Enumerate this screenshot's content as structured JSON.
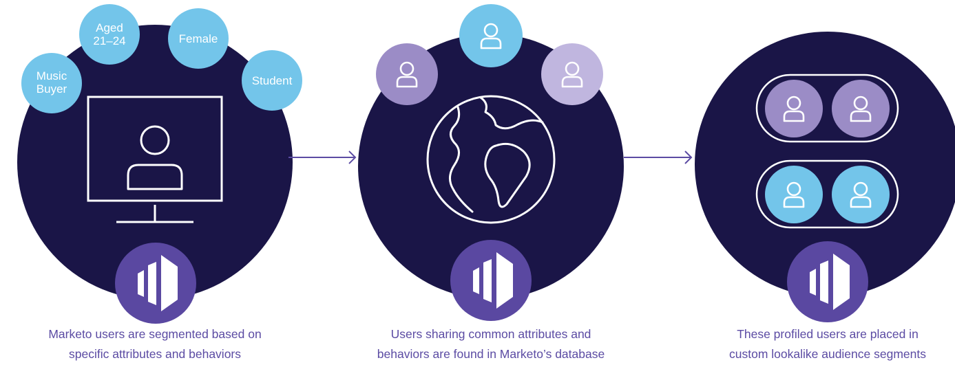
{
  "colors": {
    "navy": "#1a1547",
    "purple": "#5a48a1",
    "sky": "#73c5ea",
    "lavender": "#9b8cc6",
    "lilac": "#c0b6df",
    "caption": "#5b4ba3",
    "arrow": "#5b4ba3"
  },
  "steps": [
    {
      "icon": "monitor-user-icon",
      "logo": "marketo-logo-icon",
      "tags": [
        {
          "lines": [
            "Music",
            "Buyer"
          ]
        },
        {
          "lines": [
            "Aged",
            "21–24"
          ]
        },
        {
          "lines": [
            "Female"
          ]
        },
        {
          "lines": [
            "Student"
          ]
        }
      ],
      "caption": [
        "Marketo users are segmented based on",
        "specific attributes and behaviors"
      ]
    },
    {
      "icon": "globe-icon",
      "logo": "marketo-logo-icon",
      "users": [
        "lavender",
        "sky",
        "lilac"
      ],
      "caption": [
        "Users sharing common attributes and",
        "behaviors are found in Marketo’s database"
      ]
    },
    {
      "icon": "audience-segments-icon",
      "logo": "marketo-logo-icon",
      "segments": [
        {
          "color": "lavender",
          "count": 2
        },
        {
          "color": "sky",
          "count": 2
        }
      ],
      "caption": [
        "These profiled users are placed in",
        "custom lookalike audience segments"
      ]
    }
  ],
  "arrows": [
    "arrow-right-icon",
    "arrow-right-icon"
  ]
}
